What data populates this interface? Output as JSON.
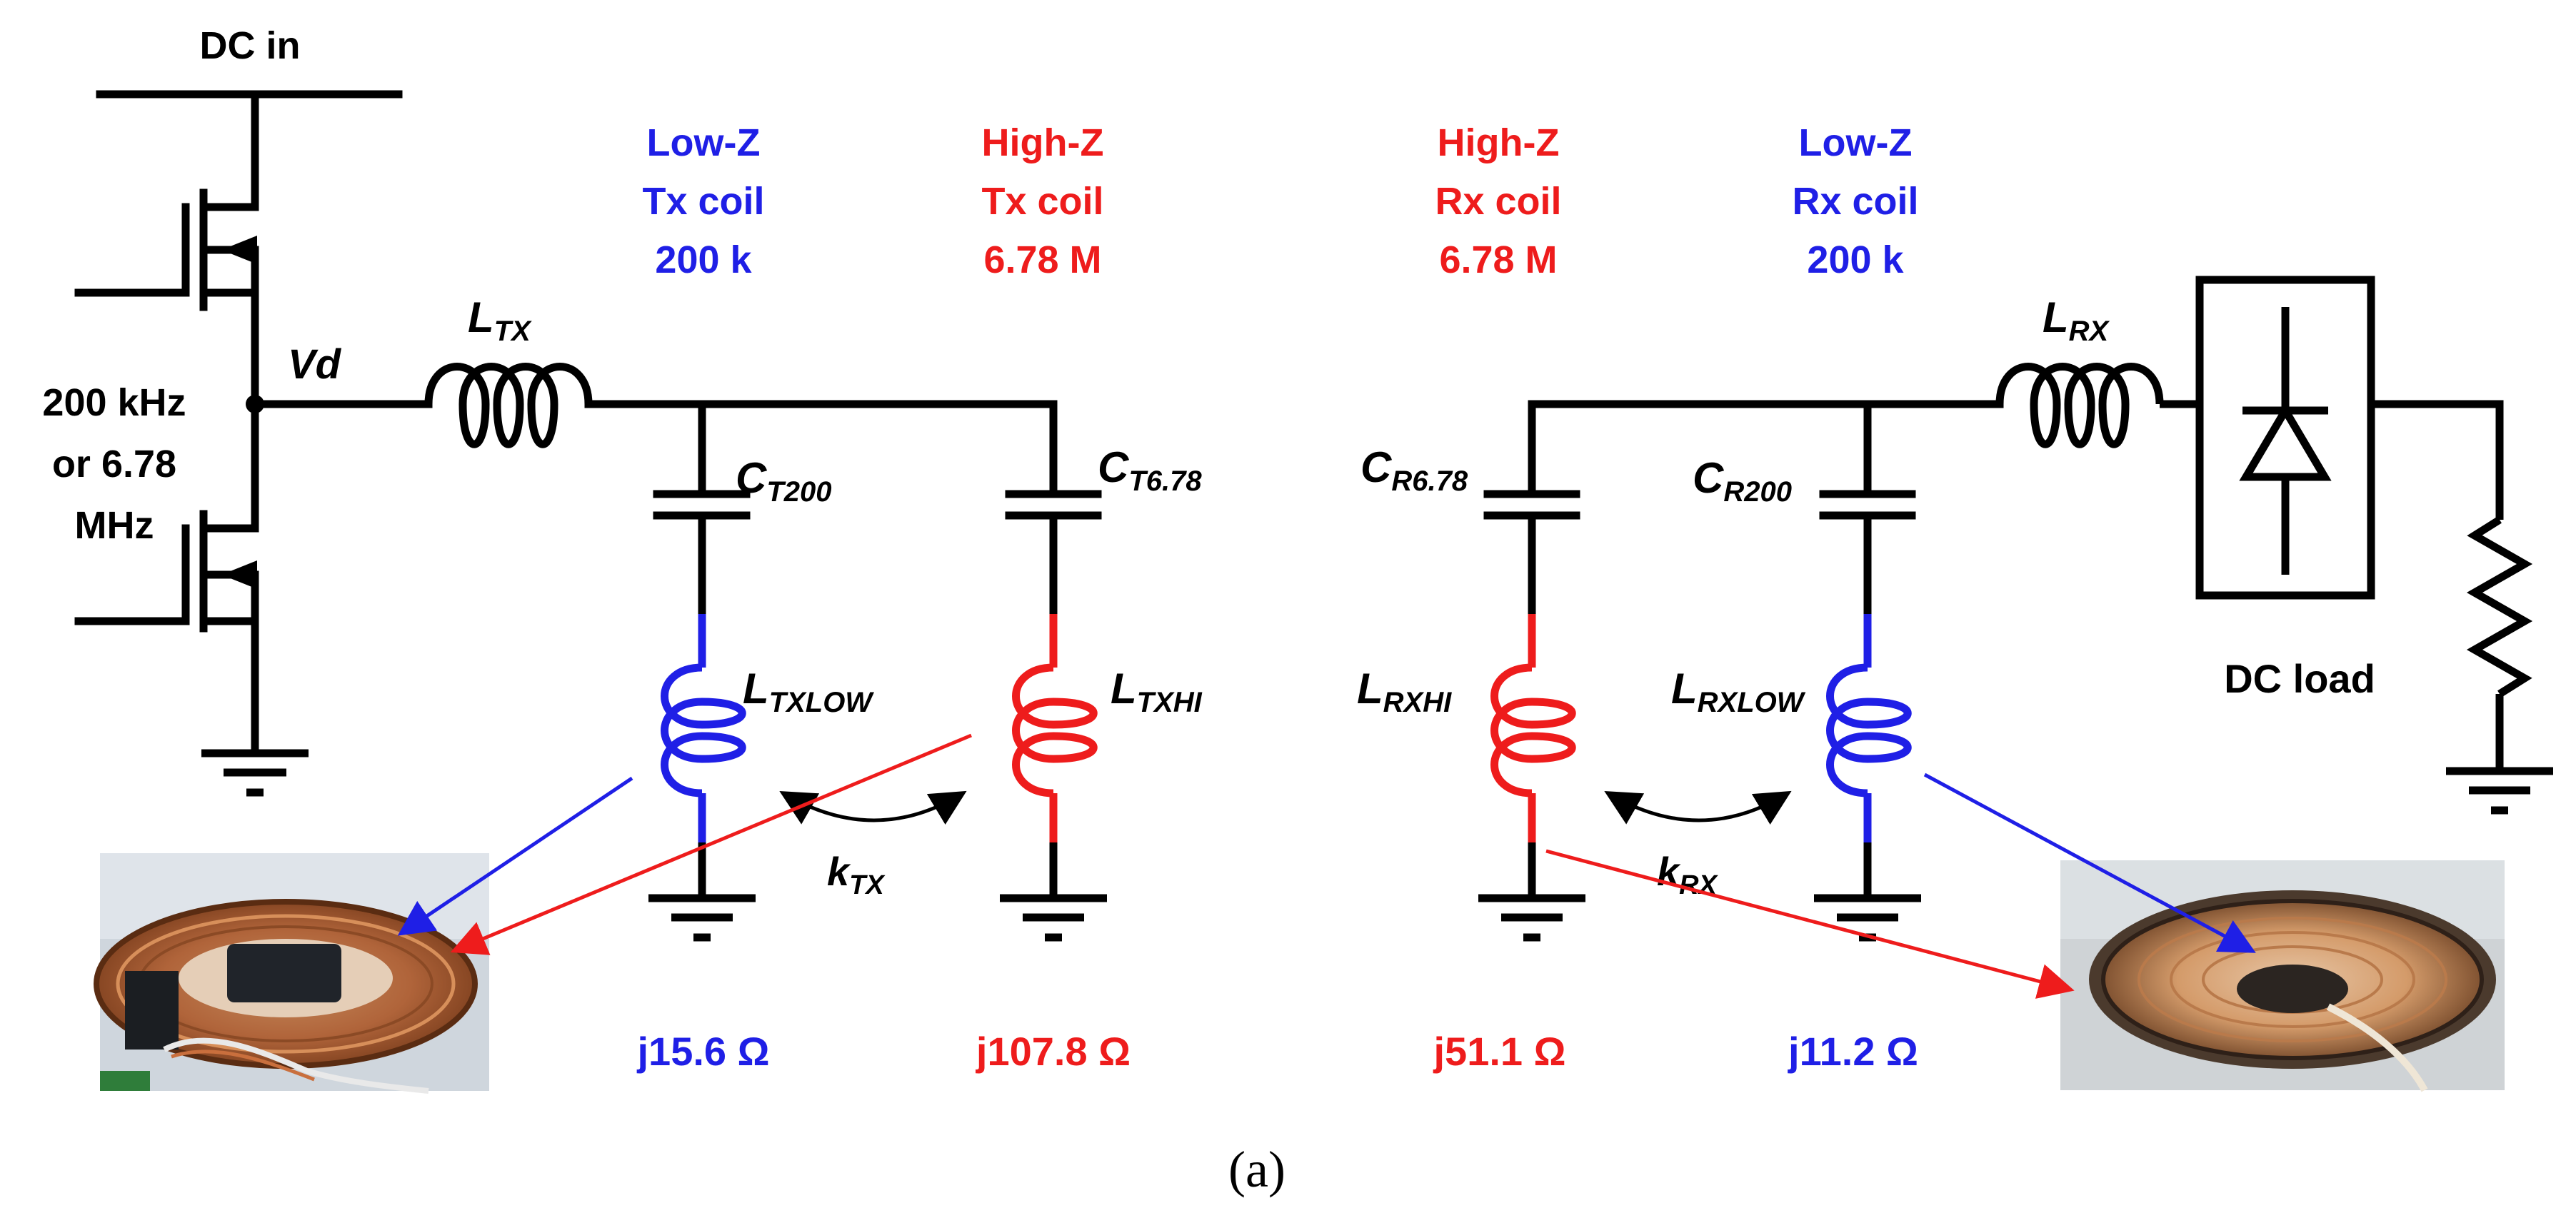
{
  "labels": {
    "dc_in": "DC in",
    "vd": "Vd",
    "freq_line1": "200 kHz",
    "freq_line2": "or 6.78",
    "freq_line3": "MHz",
    "dc_load": "DC load",
    "caption": "(a)"
  },
  "coil_headers": {
    "tx_low": {
      "line1": "Low-Z",
      "line2": "Tx coil",
      "line3": "200 k"
    },
    "tx_high": {
      "line1": "High-Z",
      "line2": "Tx coil",
      "line3": "6.78 M"
    },
    "rx_high": {
      "line1": "High-Z",
      "line2": "Rx coil",
      "line3": "6.78 M"
    },
    "rx_low": {
      "line1": "Low-Z",
      "line2": "Rx coil",
      "line3": "200 k"
    }
  },
  "components": {
    "ltx": {
      "main": "L",
      "sub": "TX"
    },
    "lrx": {
      "main": "L",
      "sub": "RX"
    },
    "ct200": {
      "main": "C",
      "sub": "T200"
    },
    "ct678": {
      "main": "C",
      "sub": "T6.78"
    },
    "cr678": {
      "main": "C",
      "sub": "R6.78"
    },
    "cr200": {
      "main": "C",
      "sub": "R200"
    },
    "ltxlow": {
      "main": "L",
      "sub": "TXLOW"
    },
    "ltxhi": {
      "main": "L",
      "sub": "TXHI"
    },
    "lrxhi": {
      "main": "L",
      "sub": "RXHI"
    },
    "lrxlow": {
      "main": "L",
      "sub": "RXLOW"
    },
    "ktx": {
      "main": "k",
      "sub": "TX"
    },
    "krx": {
      "main": "k",
      "sub": "RX"
    }
  },
  "reactances": {
    "tx_low": "j15.6 Ω",
    "tx_high": "j107.8 Ω",
    "rx_high": "j51.1 Ω",
    "rx_low": "j11.2 Ω"
  },
  "colors": {
    "low_z": "#1f1fe6",
    "high_z": "#ee1c1c",
    "wire": "#000000"
  }
}
